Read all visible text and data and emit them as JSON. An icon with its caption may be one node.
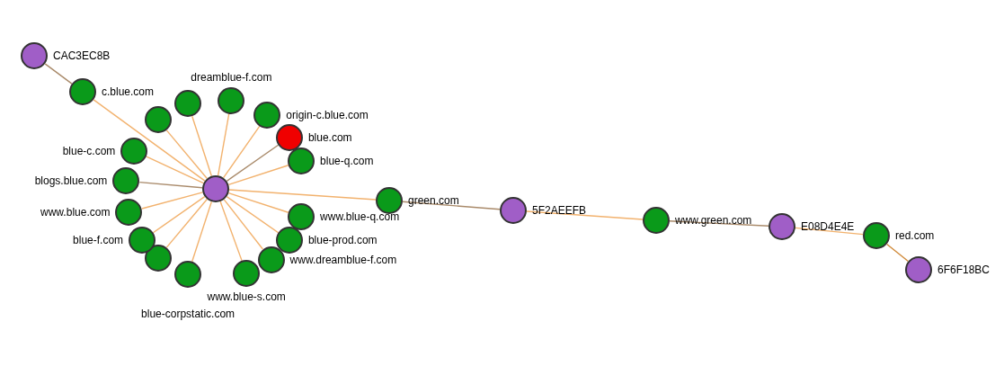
{
  "diagram": {
    "nodes": [
      {
        "text": [
          "CAC3EC8B"
        ]
      },
      {
        "text": [
          "c.blue.com"
        ]
      },
      {
        "text": [],
        "shape": "circle"
      },
      {
        "text": [
          "dreamblue-f.com"
        ]
      },
      {
        "text": [
          "origin-c.blue.com"
        ]
      },
      {
        "text": [
          "blue.com"
        ]
      },
      {
        "text": [
          "blue-q.com"
        ]
      },
      {
        "text": [
          "www.blue-q.com"
        ]
      },
      {
        "text": [
          "blue-prod.com"
        ]
      },
      {
        "text": [
          "www.dreamblue-f.com"
        ]
      },
      {
        "text": [
          "www.blue-s.com"
        ]
      },
      {
        "text": [
          "blue-corpstatic.com"
        ]
      },
      {
        "text": [],
        "shape": "circle"
      },
      {
        "text": [
          "blue-f.com"
        ]
      },
      {
        "text": [
          "www.blue.com"
        ]
      },
      {
        "text": [
          "blogs.blue.com"
        ]
      },
      {
        "text": [
          "blue-c.com"
        ]
      },
      {
        "text": [],
        "shape": "circle"
      },
      {
        "text": [],
        "shape": "circle"
      },
      {
        "text": [
          "green.com"
        ]
      },
      {
        "text": [
          "5F2AEEFB"
        ]
      },
      {
        "text": [
          "www.green.com"
        ]
      },
      {
        "text": [
          "E08D4E4E"
        ]
      },
      {
        "text": [
          "red.com"
        ]
      },
      {
        "text": [
          "6F6F18BC"
        ]
      }
    ],
    "edges": [
      {
        "from": 0,
        "to": 1,
        "arrow": "none",
        "color": "#a98a6a"
      },
      {
        "from": 2,
        "to": 1,
        "arrow": "none"
      },
      {
        "from": 2,
        "to": 3,
        "arrow": "none"
      },
      {
        "from": 2,
        "to": 4,
        "arrow": "none"
      },
      {
        "from": 2,
        "to": 5,
        "arrow": "none",
        "color": "#a98a6a"
      },
      {
        "from": 2,
        "to": 6,
        "arrow": "none"
      },
      {
        "from": 2,
        "to": 7,
        "arrow": "none"
      },
      {
        "from": 2,
        "to": 8,
        "arrow": "none"
      },
      {
        "from": 2,
        "to": 9,
        "arrow": "none"
      },
      {
        "from": 2,
        "to": 10,
        "arrow": "none"
      },
      {
        "from": 2,
        "to": 11,
        "arrow": "none"
      },
      {
        "from": 2,
        "to": 12,
        "arrow": "none"
      },
      {
        "from": 2,
        "to": 13,
        "arrow": "none"
      },
      {
        "from": 2,
        "to": 14,
        "arrow": "none"
      },
      {
        "from": 2,
        "to": 15,
        "arrow": "none",
        "color": "#a98a6a"
      },
      {
        "from": 2,
        "to": 16,
        "arrow": "none"
      },
      {
        "from": 2,
        "to": 17,
        "arrow": "none"
      },
      {
        "from": 2,
        "to": 18,
        "arrow": "none"
      },
      {
        "from": 2,
        "to": 19,
        "arrow": "none"
      },
      {
        "from": 19,
        "to": 20,
        "arrow": "none",
        "color": "#a98a6a"
      },
      {
        "from": 20,
        "to": 21,
        "arrow": "none"
      },
      {
        "from": 21,
        "to": 22,
        "arrow": "none",
        "color": "#a98a6a"
      },
      {
        "from": 22,
        "to": 23,
        "arrow": "none"
      },
      {
        "from": 23,
        "to": 24,
        "arrow": "none",
        "color": "#d08a3a"
      }
    ]
  }
}
